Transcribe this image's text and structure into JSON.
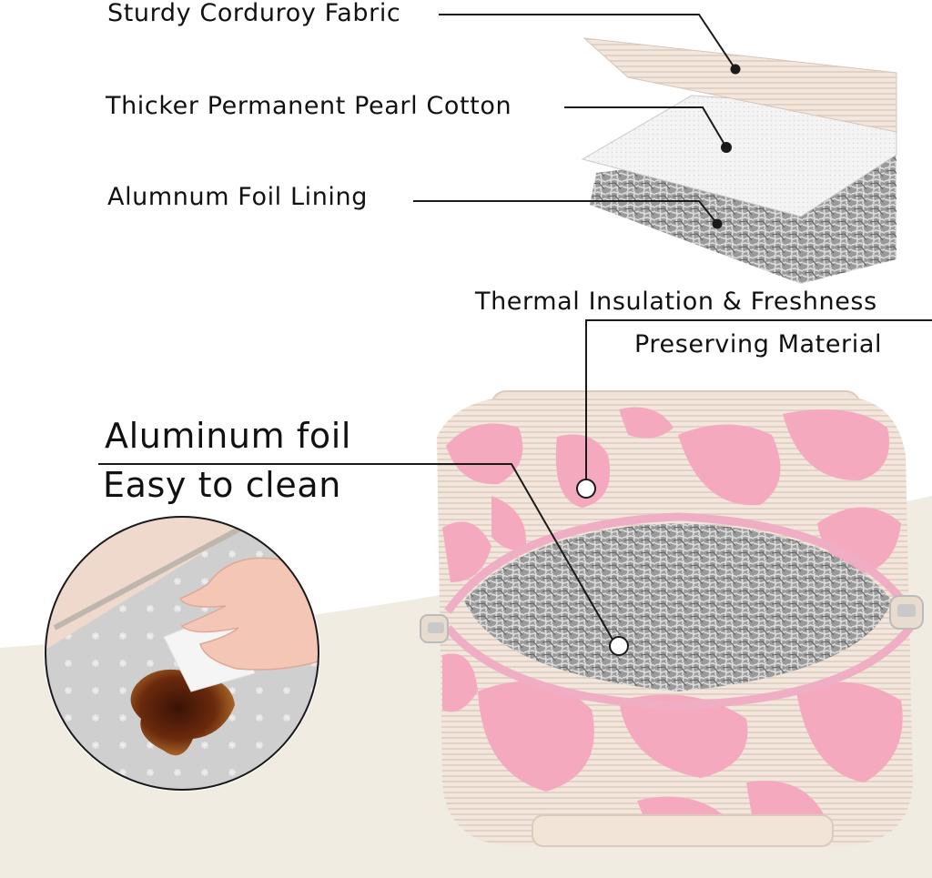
{
  "layers": {
    "fabric": "Sturdy Corduroy Fabric",
    "cotton": "Thicker Permanent Pearl Cotton",
    "foil": "Alumnum Foil Lining"
  },
  "thermal": {
    "line1": "Thermal Insulation & Freshness",
    "line2": "Preserving Material"
  },
  "cleaning": {
    "line1": "Aluminum foil",
    "line2": "Easy to clean"
  },
  "colors": {
    "background": "#ffffff",
    "floor": "#f0ece2",
    "corduroy_cream": "#f3e6dc",
    "cow_pink": "#f4a9be",
    "zipper_pink": "#efaec4",
    "foil_silver": "#b9b9b9",
    "text": "#111111"
  }
}
